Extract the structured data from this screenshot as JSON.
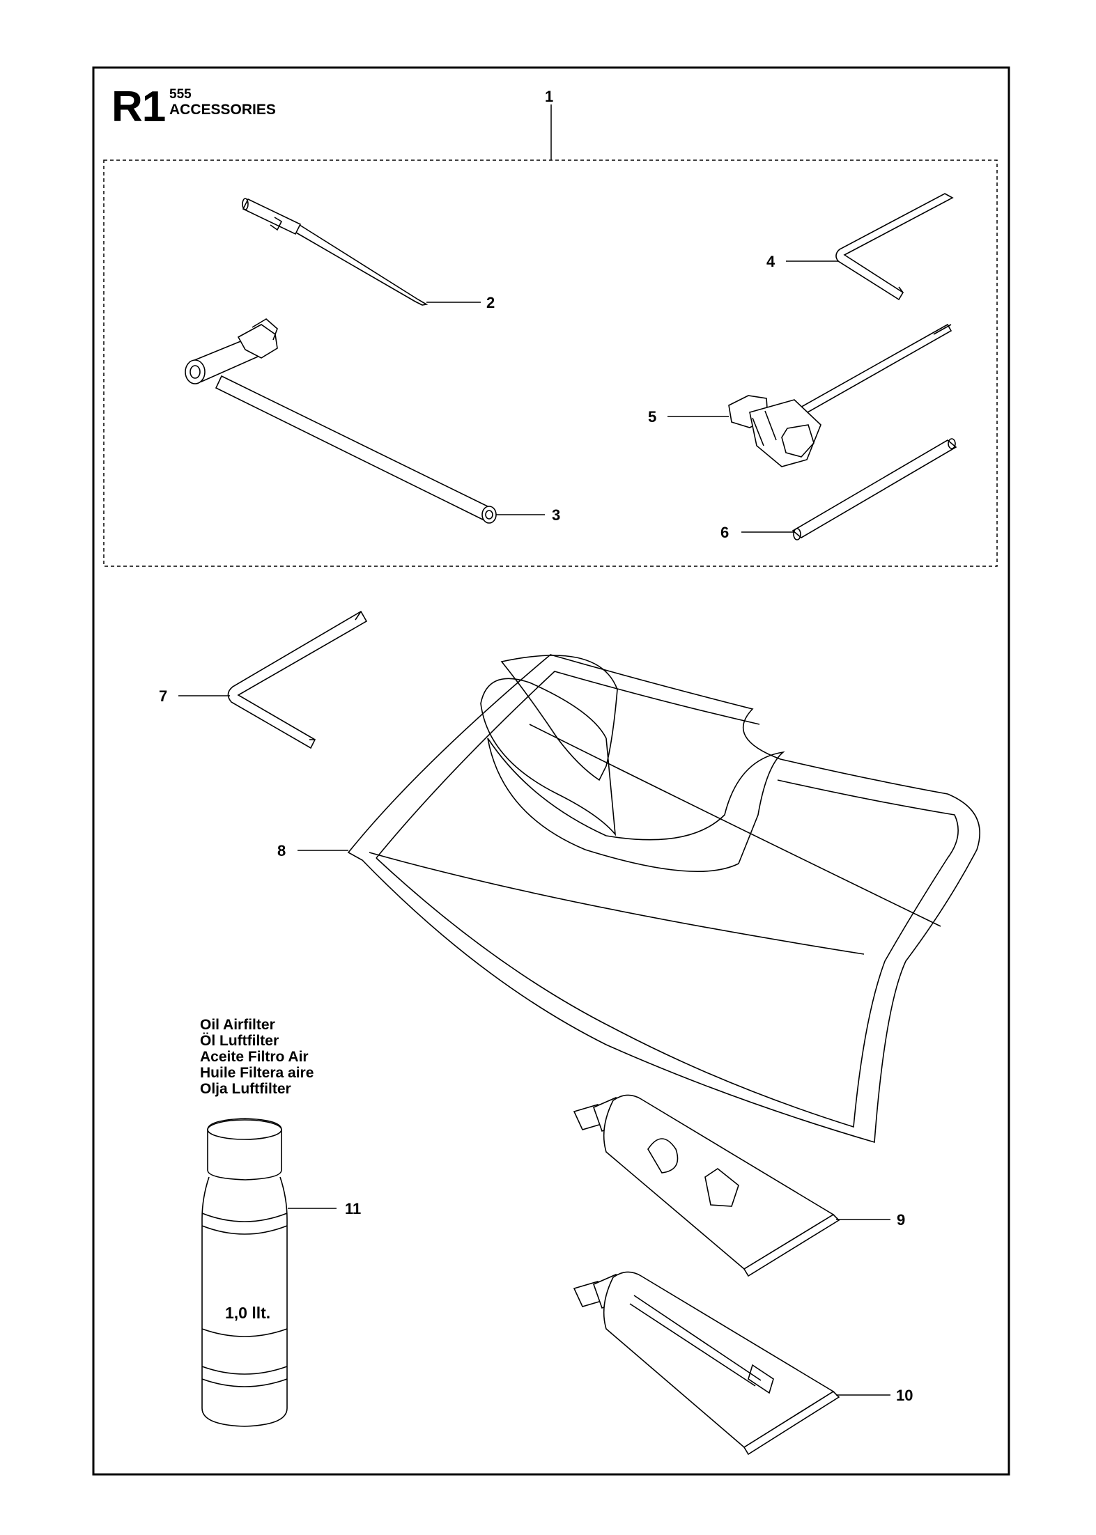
{
  "header": {
    "code": "R1",
    "model": "555",
    "title": "ACCESSORIES"
  },
  "callouts": [
    "1",
    "2",
    "3",
    "4",
    "5",
    "6",
    "7",
    "8",
    "9",
    "10",
    "11"
  ],
  "oil_bottle": {
    "labels": [
      "Oil Airfilter",
      "Öl Luftfilter",
      "Aceite Filtro Air",
      "Huile Filtera aire",
      "Olja Luftfilter"
    ],
    "volume": "1,0 llt."
  }
}
